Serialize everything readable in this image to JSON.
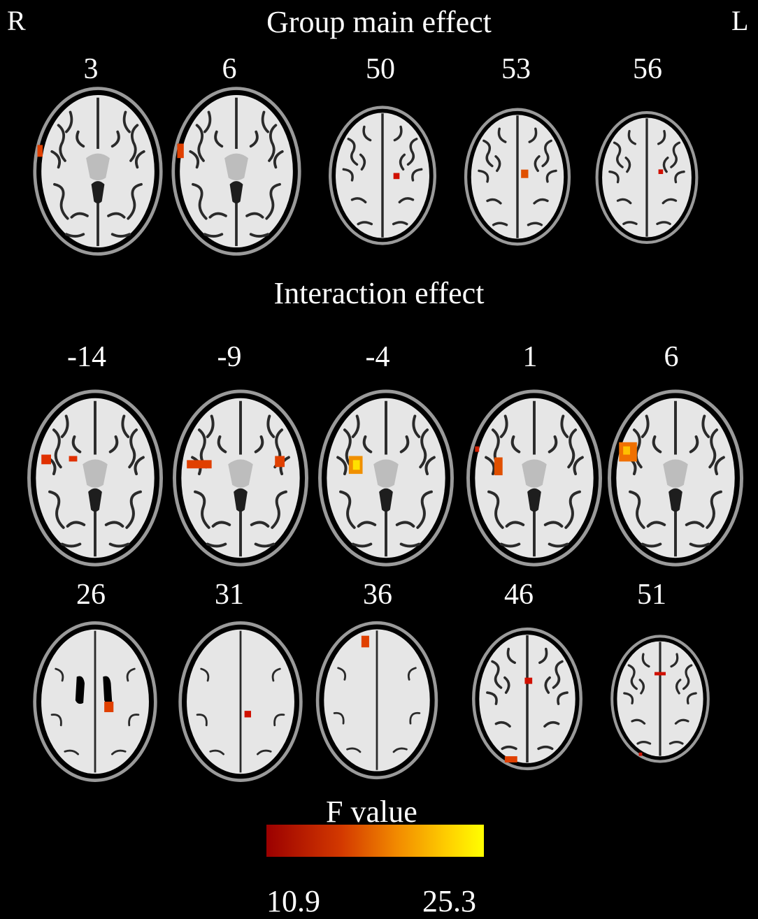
{
  "corners": {
    "right": "R",
    "left": "L"
  },
  "sections": [
    {
      "title": "Group main effect",
      "slices": [
        "3",
        "6",
        "50",
        "53",
        "56"
      ]
    },
    {
      "title": "Interaction effect",
      "rows": [
        [
          "-14",
          "-9",
          "-4",
          "1",
          "6"
        ],
        [
          "26",
          "31",
          "36",
          "46",
          "51"
        ]
      ]
    }
  ],
  "colorbar": {
    "title": "F value",
    "min_label": "10.9",
    "max_label": "25.3",
    "colors": [
      "#9b0000",
      "#d43a00",
      "#f28a00",
      "#ffd400",
      "#ffff00"
    ]
  },
  "colors": {
    "background": "#000000",
    "brain_tissue": "#e6e6e6",
    "sulci": "#2a2a2a",
    "skull": "#9a9a9a"
  }
}
